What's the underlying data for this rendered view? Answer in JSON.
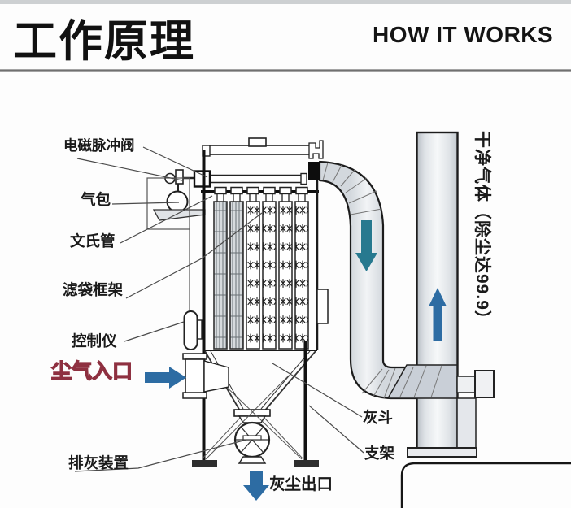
{
  "header": {
    "title_zh": "工作原理",
    "title_en": "HOW IT WORKS"
  },
  "diagram": {
    "labels": {
      "pulse_valve": "电磁脉冲阀",
      "air_tank": "气包",
      "venturi_tube": "文氏管",
      "filter_bag_cage": "滤袋框架",
      "controller": "控制仪",
      "dust_inlet": "尘气入口",
      "ash_discharge_device": "排灰装置",
      "ash_hopper": "灰斗",
      "support_frame": "支架",
      "dust_outlet": "灰尘出口",
      "clean_gas": "干净气体（除尘达99.9）"
    },
    "colors": {
      "arrow_blue": "#2d6ca3",
      "arrow_teal": "#27798f",
      "inlet_text_fill": "#e8818f",
      "inlet_text_outline": "#8e3040",
      "line_dark": "#1c1c1c"
    }
  }
}
